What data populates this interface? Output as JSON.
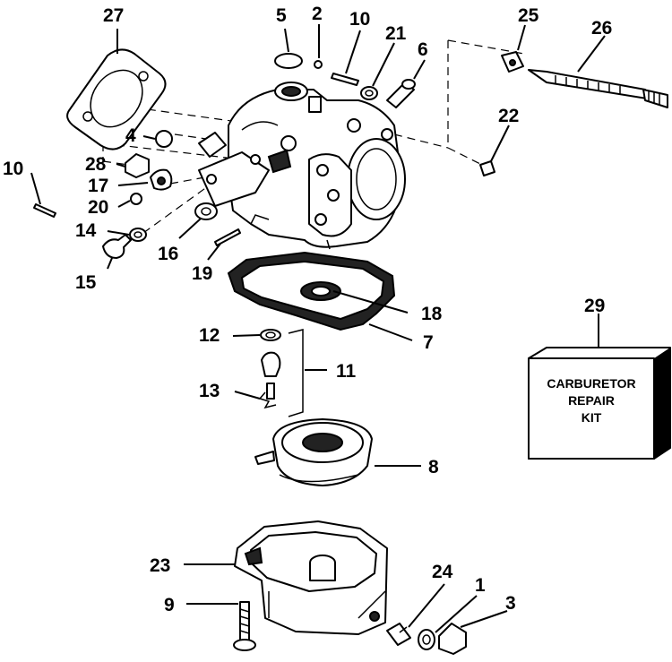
{
  "callouts": {
    "p1": "1",
    "p2": "2",
    "p3": "3",
    "p4": "4",
    "p5": "5",
    "p6": "6",
    "p7": "7",
    "p8": "8",
    "p9": "9",
    "p10a": "10",
    "p10b": "10",
    "p11": "11",
    "p12": "12",
    "p13": "13",
    "p14": "14",
    "p15": "15",
    "p16": "16",
    "p17": "17",
    "p18": "18",
    "p19": "19",
    "p20": "20",
    "p21": "21",
    "p22": "22",
    "p23": "23",
    "p24": "24",
    "p25": "25",
    "p26": "26",
    "p27": "27",
    "p28": "28",
    "p29": "29"
  },
  "repair_kit": {
    "line1": "CARBURETOR",
    "line2": "REPAIR",
    "line3": "KIT"
  }
}
